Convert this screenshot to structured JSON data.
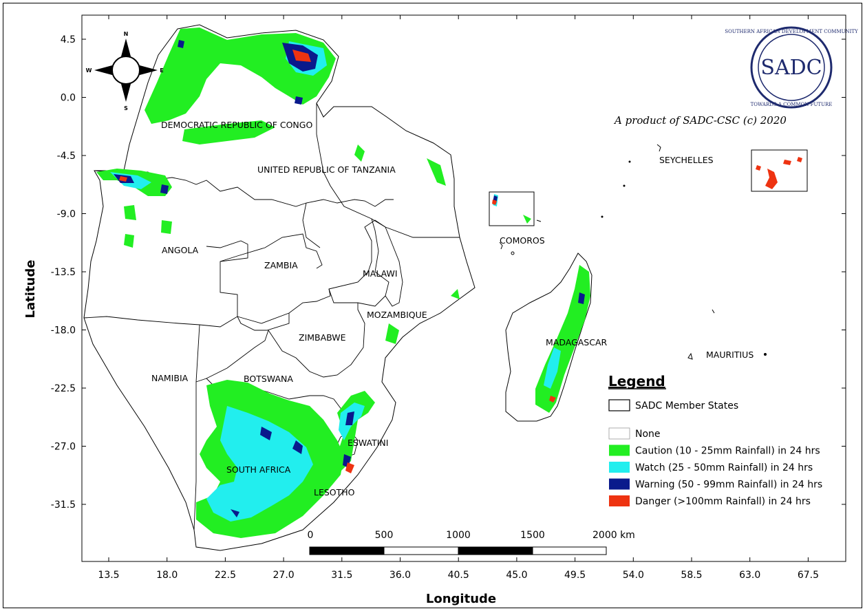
{
  "map": {
    "credit": "A product of SADC-CSC (c) 2020",
    "x_axis": {
      "title": "Longitude",
      "ticks": [
        "13.5",
        "18.0",
        "22.5",
        "27.0",
        "31.5",
        "36.0",
        "40.5",
        "45.0",
        "49.5",
        "54.0",
        "58.5",
        "63.0",
        "67.5"
      ]
    },
    "y_axis": {
      "title": "Latitude",
      "ticks": [
        "4.5",
        "0.0",
        "-4.5",
        "-9.0",
        "-13.5",
        "-18.0",
        "-22.5",
        "-27.0",
        "-31.5"
      ]
    },
    "countries": {
      "drc": "DEMOCRATIC REPUBLIC OF CONGO",
      "tanzania": "UNITED REPUBLIC OF TANZANIA",
      "angola": "ANGOLA",
      "zambia": "ZAMBIA",
      "malawi": "MALAWI",
      "mozambique": "MOZAMBIQUE",
      "zimbabwe": "ZIMBABWE",
      "namibia": "NAMIBIA",
      "botswana": "BOTSWANA",
      "eswatini": "ESWATINI",
      "south_africa": "SOUTH AFRICA",
      "lesotho": "LESOTHO",
      "madagascar": "MADAGASCAR",
      "comoros": "COMOROS",
      "seychelles": "SEYCHELLES",
      "mauritius": "MAURITIUS"
    },
    "compass": {
      "n": "N",
      "s": "S",
      "e": "E",
      "w": "W"
    },
    "logo": {
      "text": "SADC",
      "ring": "SOUTHERN AFRICAN DEVELOPMENT COMMUNITY",
      "motto": "TOWARDS A COMMON FUTURE"
    },
    "scale_bar": {
      "labels": [
        "0",
        "500",
        "1000",
        "1500",
        "2000 km"
      ]
    },
    "legend": {
      "title": "Legend",
      "member_states": "SADC Member States",
      "items": [
        {
          "label": "None",
          "color": "#ffffff"
        },
        {
          "label": "Caution (10 - 25mm Rainfall) in 24 hrs",
          "color": "#22ee22"
        },
        {
          "label": "Watch (25 - 50mm Rainfall) in 24 hrs",
          "color": "#22eeee"
        },
        {
          "label": "Warning (50 - 99mm Rainfall) in 24 hrs",
          "color": "#0a1a8c"
        },
        {
          "label": "Danger (>100mm Rainfall) in 24 hrs",
          "color": "#ee3311"
        }
      ]
    }
  }
}
